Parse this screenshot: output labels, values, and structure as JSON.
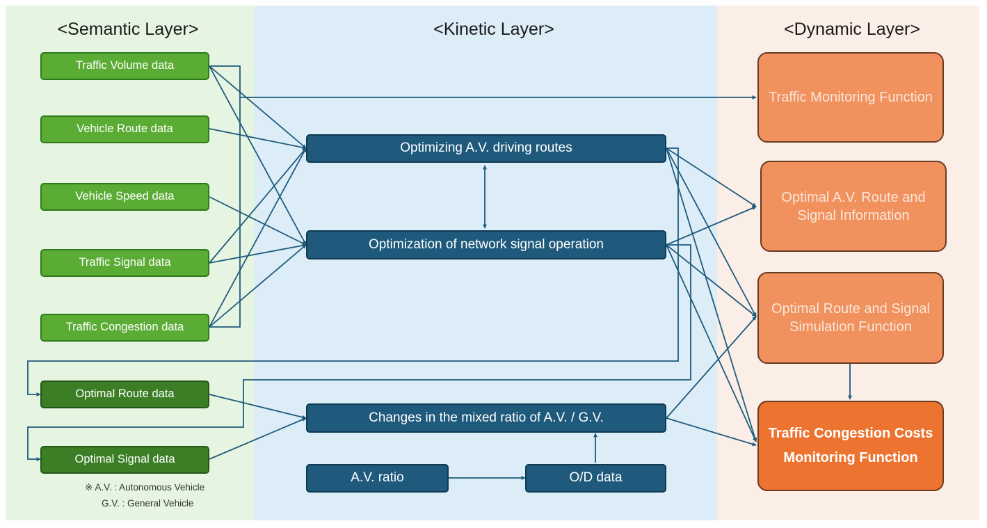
{
  "layers": {
    "semantic": "<Semantic Layer>",
    "kinetic": "<Kinetic Layer>",
    "dynamic": "<Dynamic Layer>"
  },
  "semantic_boxes": {
    "traffic_volume": "Traffic Volume data",
    "vehicle_route": "Vehicle Route data",
    "vehicle_speed": "Vehicle Speed data",
    "traffic_signal": "Traffic Signal data",
    "traffic_congestion": "Traffic Congestion data",
    "optimal_route": "Optimal Route data",
    "optimal_signal": "Optimal Signal data"
  },
  "kinetic_boxes": {
    "optimizing_routes": "Optimizing A.V. driving routes",
    "optimization_signal": "Optimization of network signal operation",
    "mixed_ratio": "Changes in the mixed ratio of A.V. / G.V.",
    "av_ratio": "A.V. ratio",
    "od_data": "O/D data"
  },
  "dynamic_boxes": {
    "traffic_monitoring": "Traffic Monitoring Function",
    "optimal_av_route": "Optimal A.V. Route and Signal Information",
    "simulation": "Optimal Route and Signal Simulation Function",
    "congestion_costs": "Traffic Congestion Costs Monitoring Function"
  },
  "notes": {
    "av": "※ A.V. : Autonomous Vehicle",
    "gv": "G.V. : General Vehicle"
  },
  "colors": {
    "semantic_bg": "#e6f5e1",
    "kinetic_bg": "#dcedf8",
    "dynamic_bg": "#fbeee7",
    "green_box": "#5aac34",
    "dark_green_box": "#3b7e25",
    "blue_box": "#1f5a7c",
    "orange_box": "#f0915e",
    "dark_orange_box": "#ed7330",
    "arrow": "#1f5a7c"
  }
}
